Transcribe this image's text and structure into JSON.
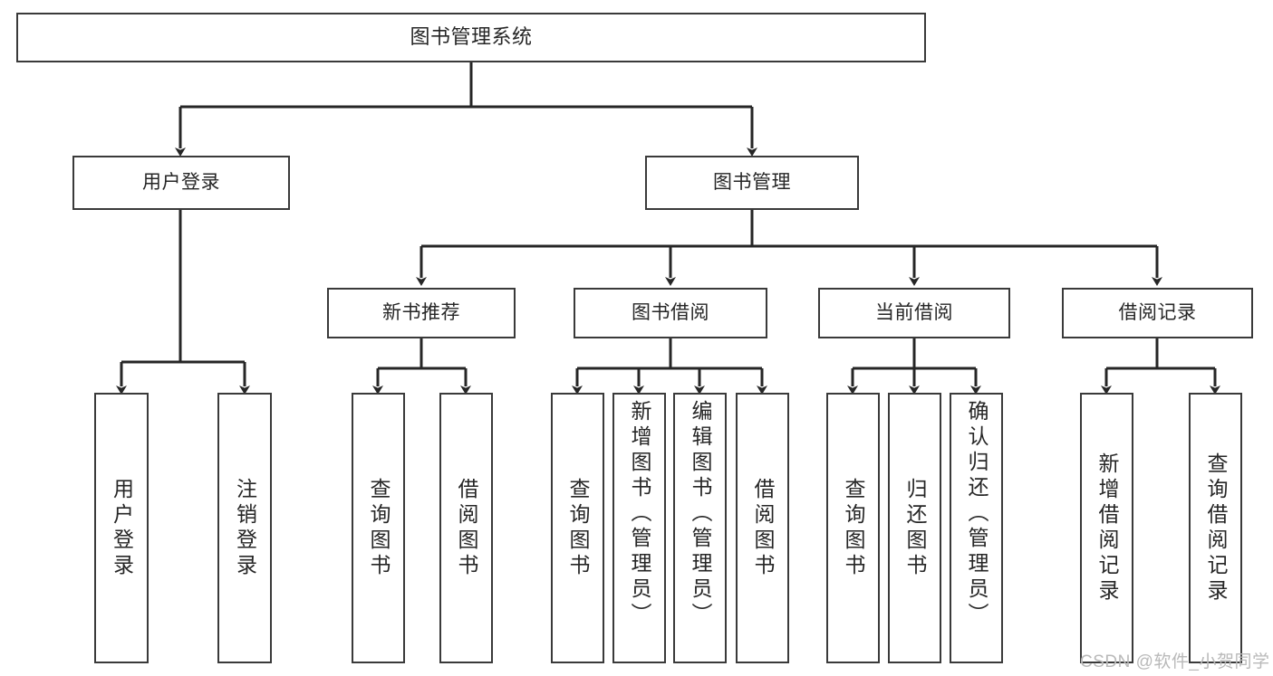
{
  "diagram": {
    "title": "图书管理系统",
    "type": "tree",
    "watermark": "CSDN @软件_小贺同学",
    "colors": {
      "box_stroke": "#3a3a3a",
      "box_fill": "#ffffff",
      "edge": "#262626",
      "text": "#262626",
      "watermark": "#b9b9b9",
      "background": "#ffffff"
    },
    "nodes": {
      "root": {
        "label": "图书管理系统"
      },
      "level2": [
        {
          "label": "用户登录"
        },
        {
          "label": "图书管理"
        }
      ],
      "level3": [
        {
          "label": "新书推荐"
        },
        {
          "label": "图书借阅"
        },
        {
          "label": "当前借阅"
        },
        {
          "label": "借阅记录"
        }
      ],
      "leaves": {
        "user_login": [
          {
            "label": "用户登录"
          },
          {
            "label": "注销登录"
          }
        ],
        "new_book": [
          {
            "label": "查询图书"
          },
          {
            "label": "借阅图书"
          }
        ],
        "book_borrow": [
          {
            "label": "查询图书"
          },
          {
            "label": "新增图书（管理员）"
          },
          {
            "label": "编辑图书（管理员）"
          },
          {
            "label": "借阅图书"
          }
        ],
        "current_borrow": [
          {
            "label": "查询图书"
          },
          {
            "label": "归还图书"
          },
          {
            "label": "确认归还（管理员）"
          }
        ],
        "borrow_record": [
          {
            "label": "新增借阅记录"
          },
          {
            "label": "查询借阅记录"
          }
        ]
      }
    }
  }
}
